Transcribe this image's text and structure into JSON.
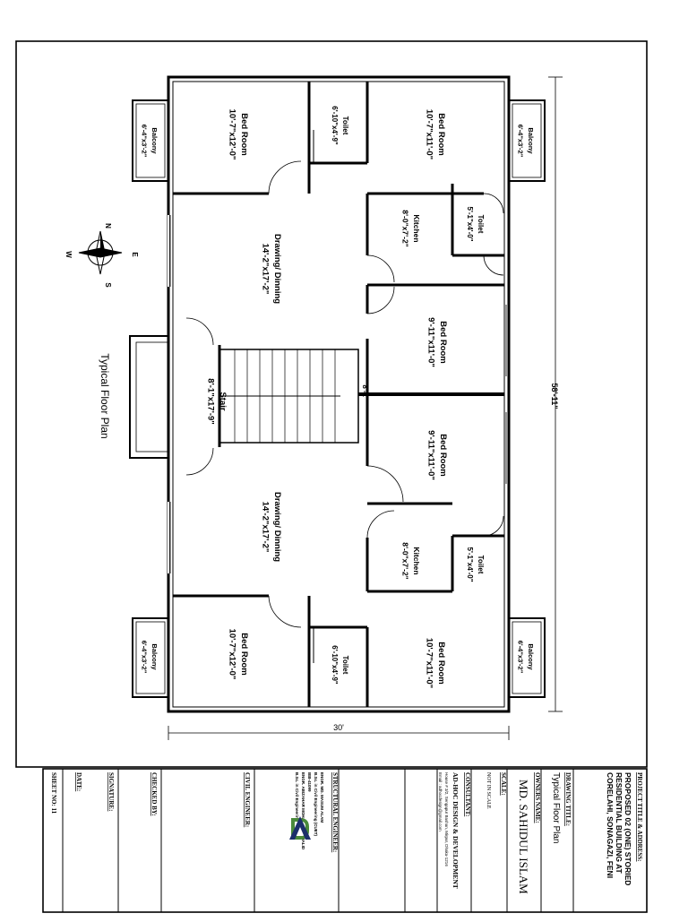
{
  "plan": {
    "title": "Typical Floor Plan",
    "overall_length": "58'-11\"",
    "overall_width": "30'",
    "stair_width": "8'-1\"",
    "compass": {
      "north": "N",
      "south": "S",
      "east": "E",
      "west": "W"
    },
    "rooms": {
      "balcony_tl": {
        "name": "Balcony",
        "size": "6'-4\"x3'-2\""
      },
      "bed_tl": {
        "name": "Bed Room",
        "size": "10'-7\"x12'-0\""
      },
      "toilet_tl": {
        "name": "Toilet",
        "size": "6'-10\"x4'-9\""
      },
      "bed_tr": {
        "name": "Bed Room",
        "size": "10'-7\"x11'-0\""
      },
      "balcony_tr": {
        "name": "Balcony",
        "size": "6'-4\"x3'-2\""
      },
      "toilet_tr": {
        "name": "Toilet",
        "size": "5'-1\"x4'-0\""
      },
      "kitchen_t": {
        "name": "Kitchen",
        "size": "8'-0\"x7'-2\""
      },
      "drawing_t": {
        "name": "Drawing/ Dinning",
        "size": "14'-2\"x17'-2\""
      },
      "bed_mt": {
        "name": "Bed Room",
        "size": "9'-11\"x11'-0\""
      },
      "stair": {
        "name": "Stair",
        "size": "8'-1\"x17'-9\""
      },
      "bed_mb": {
        "name": "Bed Room",
        "size": "9'-11\"x11'-0\""
      },
      "drawing_b": {
        "name": "Drawing/ Dinning",
        "size": "14'-2\"x17'-2\""
      },
      "kitchen_b": {
        "name": "Kitchen",
        "size": "8'-0\"x7'-2\""
      },
      "toilet_br": {
        "name": "Toilet",
        "size": "5'-1\"x4'-0\""
      },
      "balcony_bl": {
        "name": "Balcony",
        "size": "6'-4\"x3'-2\""
      },
      "bed_bl": {
        "name": "Bed Room",
        "size": "10'-7\"x12'-0\""
      },
      "toilet_bl": {
        "name": "Toilet",
        "size": "6'-10\"x4'-9\""
      },
      "bed_br": {
        "name": "Bed Room",
        "size": "10'-7\"x11'-0\""
      },
      "balcony_br": {
        "name": "Balcony",
        "size": "6'-4\"x3'-2\""
      }
    }
  },
  "title_block": {
    "project_label": "PROJECT TITLE & ADDRESS:",
    "project_lines": [
      "PROPOSED 02 (ONE) STORIED",
      "RESIDENTIAL BUILDING AT",
      "CORELAHI, SONAGAZI, FENI"
    ],
    "drawing_label": "DRAWING TITLE:",
    "drawing_title": "Typical Floor Plan",
    "owner_label": "OWNERS NAME:",
    "owner_name": "MD. SAHIDUL ISLAM",
    "scale_label": "SCALE:",
    "scale_value": "NOT IN SCALE",
    "consultant_label": "CONSULTANT:",
    "consultant_lines": [
      "AD-HOC DESIGN & DEVELOPMENT",
      "House # 3/2, Sengapur Bashan, Mirpur, Dhaka-1216",
      "Email : adhocdesign@gmail.com"
    ],
    "structural_label": "STRUCTURAL ENGINEER:",
    "engineer_lines": [
      "ENGR. MD. MASUM ALAM",
      "B.Sc. in Civil Engineering (CUET)",
      "IEB-41099",
      "ENGR. ABIZAHAR MOHAMMAD KHALID",
      "B.Sc. in Civil Engineering (IUT)"
    ],
    "civil_label": "CIVIL ENGINEER:",
    "checked_label": "CHECKED BY:",
    "signature_label": "SIGNATURE:",
    "date_label": "DATE:",
    "sheet_label": "SHEET NO: 11"
  }
}
